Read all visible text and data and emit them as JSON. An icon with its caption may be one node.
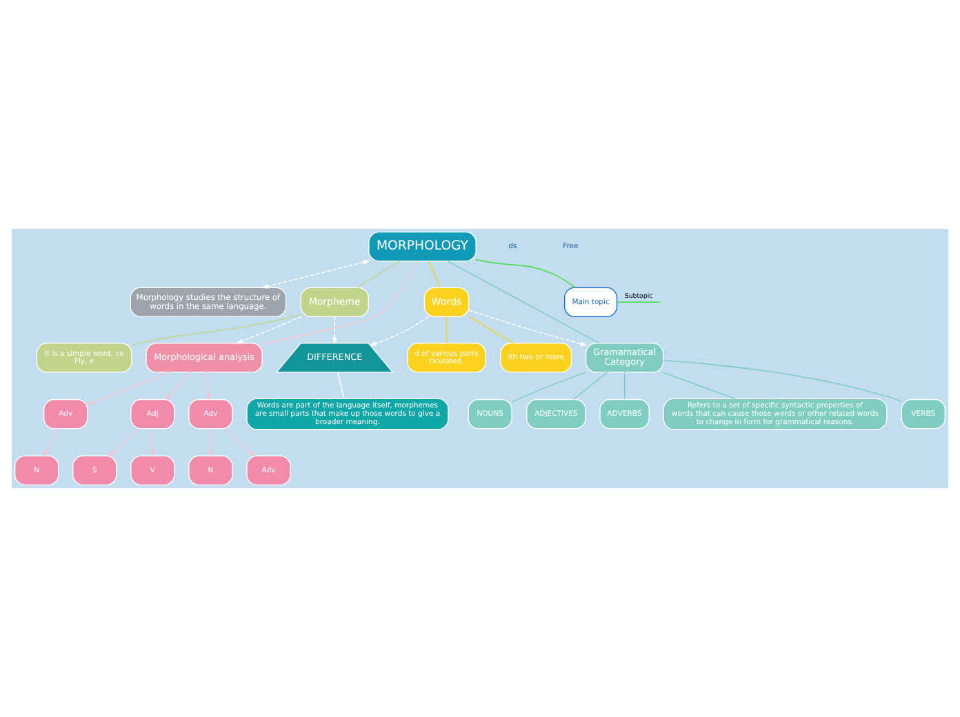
{
  "diagram": {
    "nodes": [
      {
        "text": [
          "MORPHOLOGY"
        ]
      },
      {
        "text": [
          "Morphology studies the structure of words in the same language."
        ]
      },
      {
        "text": [
          "Words"
        ]
      },
      {
        "text": [
          "Morpheme"
        ]
      },
      {
        "text": [
          "DIFFERENCE"
        ]
      },
      {
        "text": [
          "Words are part of the language itself, morphemes are small parts that make up those words to give a broader meaning."
        ]
      },
      {
        "text": [
          "Gramamatical Category"
        ]
      },
      {
        "text": [
          "Refers to a set of specific syntactic properties of words that can cause those words or other related words to change in form for grammatical reasons."
        ]
      },
      {
        "text": [
          "VERBS"
        ]
      },
      {
        "text": [
          "NOUNS"
        ]
      },
      {
        "text": [
          "ADJECTIVES"
        ]
      },
      {
        "text": [
          "ADVERBS"
        ]
      },
      {
        "text": [
          "Morphological analysis"
        ]
      },
      {
        "text": [
          "Adj"
        ]
      },
      {
        "text": [
          "Adv"
        ]
      },
      {
        "text": [
          "Adv"
        ]
      },
      {
        "text": [
          "V"
        ]
      },
      {
        "text": [
          "S"
        ]
      },
      {
        "text": [
          "Adv"
        ]
      },
      {
        "text": [
          "N"
        ]
      },
      {
        "text": [
          "N"
        ]
      },
      {
        "text": [
          "Main topic"
        ]
      },
      {
        "text": [
          "d of various parts ticulated."
        ]
      },
      {
        "text": [
          "ith two or more"
        ]
      },
      {
        "text": [
          "It is a simple word, co Fly, e"
        ]
      }
    ],
    "edges": [
      {
        "from": 0,
        "to": 2,
        "arrow": "none",
        "color": "#f5d327"
      },
      {
        "from": 0,
        "to": 3,
        "arrow": "none",
        "color": "#c5d48b"
      },
      {
        "from": 0,
        "to": 1,
        "arrow": "both",
        "style": "dashed",
        "color": "#ffffff"
      },
      {
        "from": 0,
        "to": 6,
        "arrow": "none",
        "color": "#7ecdc0"
      },
      {
        "from": 0,
        "to": 21,
        "arrow": "none",
        "color": "#3ee03e"
      },
      {
        "from": 0,
        "to": 12,
        "arrow": "none",
        "color": "#f5c6d0"
      },
      {
        "from": 2,
        "to": 4,
        "arrow": "to",
        "style": "dashed",
        "color": "#ffffff"
      },
      {
        "from": 3,
        "to": 4,
        "arrow": "to",
        "style": "dashed",
        "color": "#ffffff"
      },
      {
        "from": 4,
        "to": 5,
        "arrow": "none",
        "color": "#ffffff"
      },
      {
        "from": 2,
        "to": 6,
        "arrow": "to",
        "style": "dashed",
        "color": "#ffffff"
      },
      {
        "from": 3,
        "to": 12,
        "arrow": "to",
        "style": "dashed",
        "color": "#ffffff"
      },
      {
        "from": 6,
        "to": 7,
        "arrow": "none",
        "color": "#7ecdc0"
      },
      {
        "from": 6,
        "to": 8,
        "arrow": "none",
        "color": "#7ecdc0"
      },
      {
        "from": 6,
        "to": 9,
        "arrow": "none",
        "color": "#7ecdc0"
      },
      {
        "from": 6,
        "to": 10,
        "arrow": "none",
        "color": "#7ecdc0"
      },
      {
        "from": 6,
        "to": 11,
        "arrow": "none",
        "color": "#7ecdc0"
      },
      {
        "from": 12,
        "to": 13,
        "arrow": "to",
        "color": "#f5c6d0"
      },
      {
        "from": 12,
        "to": 14,
        "arrow": "to",
        "color": "#f5c6d0"
      },
      {
        "from": 12,
        "to": 15,
        "arrow": "to",
        "color": "#f5c6d0"
      },
      {
        "from": 13,
        "to": 16,
        "arrow": "to",
        "color": "#f5c6d0"
      },
      {
        "from": 13,
        "to": 17,
        "arrow": "to",
        "color": "#f5c6d0"
      },
      {
        "from": 14,
        "to": 18,
        "arrow": "to",
        "color": "#f5c6d0"
      },
      {
        "from": 14,
        "to": 19,
        "arrow": "to",
        "color": "#f5c6d0"
      },
      {
        "from": 15,
        "to": 20,
        "arrow": "to",
        "color": "#f5c6d0"
      },
      {
        "from": 21,
        "to": null,
        "label": "Subtopic",
        "arrow": "none",
        "color": "#3ee03e"
      },
      {
        "from": 2,
        "to": 22,
        "arrow": "none",
        "color": "#f5d327"
      },
      {
        "from": 2,
        "to": 23,
        "arrow": "none",
        "color": "#f5d327"
      },
      {
        "from": 3,
        "to": 24,
        "arrow": "none",
        "color": "#c5d48b"
      }
    ],
    "labels": [
      "ds",
      "Free"
    ]
  }
}
